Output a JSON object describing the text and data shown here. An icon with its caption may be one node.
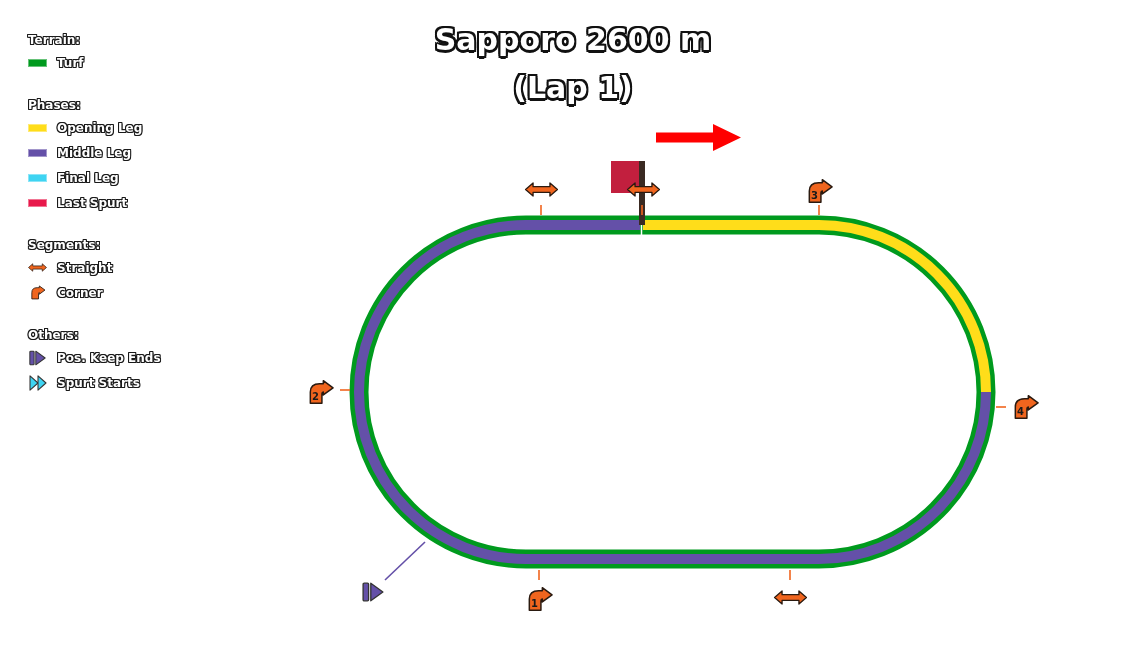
{
  "diagram": {
    "title": "Sapporo 2600 m (Lap 1)",
    "labels": [
      "Terrain:",
      "Phases:",
      "Segments:",
      "Others:",
      "3",
      "2",
      "4",
      "1"
    ],
    "legend": [
      {
        "text": "Turf",
        "color": "#009a1e"
      },
      {
        "text": "Opening Leg",
        "color": "#ffdd1a"
      },
      {
        "text": "Middle Leg",
        "color": "#6450a8"
      },
      {
        "text": "Final Leg",
        "color": "#3fd4f2"
      },
      {
        "text": "Last Spurt",
        "color": "#e8194b"
      },
      {
        "text": "Straight"
      },
      {
        "text": "Corner"
      },
      {
        "text": "Pos. Keep Ends"
      },
      {
        "text": "Spurt Starts"
      }
    ]
  }
}
